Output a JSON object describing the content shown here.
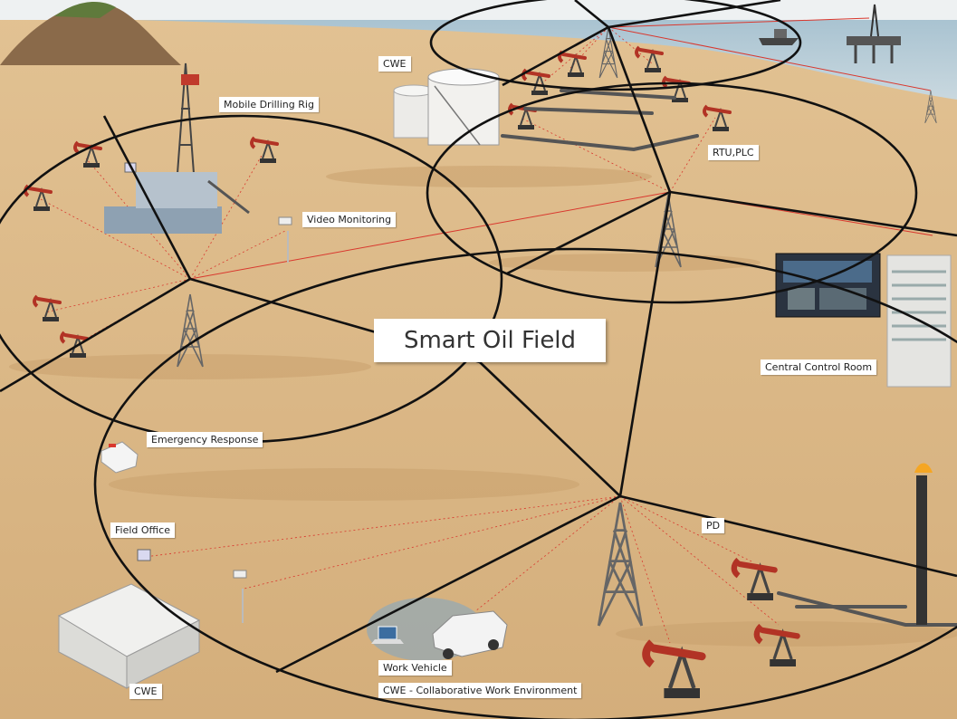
{
  "title": "Smart Oil Field",
  "labels": {
    "cwe_top": "CWE",
    "mobile_rig": "Mobile Drilling Rig",
    "rtu_plc": "RTU,PLC",
    "video_monitoring": "Video Monitoring",
    "central_control": "Central Control Room",
    "emergency": "Emergency Response",
    "field_office": "Field Office",
    "pd": "PD",
    "work_vehicle": "Work Vehicle",
    "cwe_bottom": "CWE",
    "cwe_full": "CWE - Collaborative Work Environment"
  },
  "icons": [
    "oil-pump-icon",
    "tower-icon",
    "drilling-rig-icon",
    "storage-tank-icon",
    "camera-icon",
    "building-icon",
    "ambulance-icon",
    "vehicle-icon",
    "laptop-icon",
    "offshore-platform-icon",
    "ship-icon",
    "flare-stack-icon"
  ],
  "colors": {
    "sand": "#dcb98a",
    "sea": "#b9cfdb",
    "sky": "#e9eef1",
    "link": "#d9382e",
    "overlay": "#111111",
    "pump": "#b23325"
  }
}
